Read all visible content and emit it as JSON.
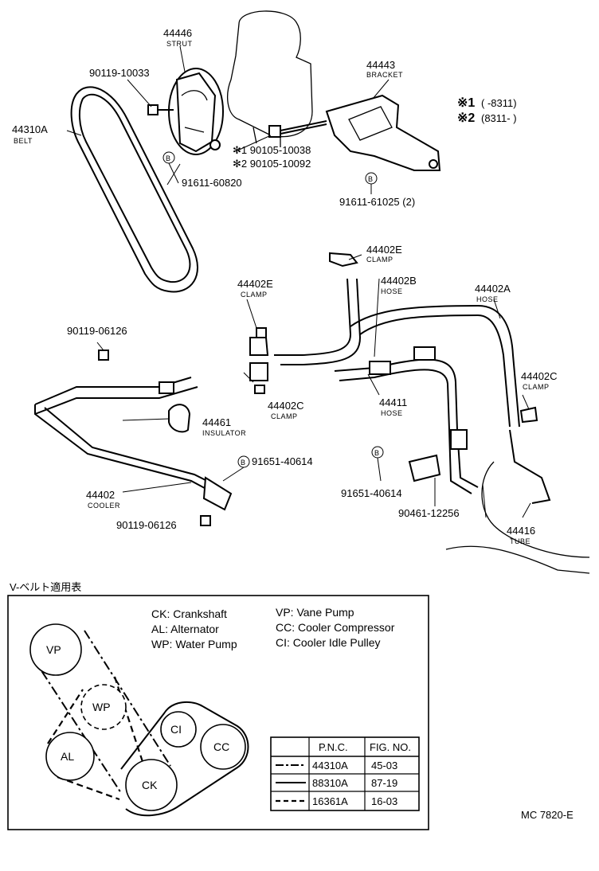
{
  "diagram": {
    "parts": [
      {
        "pn": "44446",
        "name": "STRUT"
      },
      {
        "pn": "90119-10033"
      },
      {
        "pn": "44310A",
        "name": "BELT"
      },
      {
        "pn": "91611-60820"
      },
      {
        "pn": "44443",
        "name": "BRACKET"
      },
      {
        "pn": "91611-61025 (2)"
      },
      {
        "pn": "44402E",
        "name": "CLAMP"
      },
      {
        "pn": "44402B",
        "name": "HOSE"
      },
      {
        "pn": "44402A",
        "name": "HOSE"
      },
      {
        "pn": "44402E",
        "name": "CLAMP"
      },
      {
        "pn": "90119-06126"
      },
      {
        "pn": "44402C",
        "name": "CLAMP"
      },
      {
        "pn": "44411",
        "name": "HOSE"
      },
      {
        "pn": "44402C",
        "name": "CLAMP"
      },
      {
        "pn": "44461",
        "name": "INSULATOR"
      },
      {
        "pn": "91651-40614"
      },
      {
        "pn": "44402",
        "name": "COOLER"
      },
      {
        "pn": "90119-06126"
      },
      {
        "pn": "91651-40614"
      },
      {
        "pn": "90461-12256"
      },
      {
        "pn": "44416",
        "name": "TUBE"
      }
    ],
    "bolt_variants": [
      "✻1 90105-10038",
      "✻2 90105-10092"
    ],
    "b_marker": "B",
    "serial_notes": [
      {
        "mark": "※1",
        "range": "(        -8311)"
      },
      {
        "mark": "※2",
        "range": "(8311-        )"
      }
    ],
    "figure_code": "MC 7820-E"
  },
  "belt_chart": {
    "title": "V-ベルト適用表",
    "legend": [
      "CK: Crankshaft",
      "AL: Alternator",
      "WP: Water Pump",
      "VP: Vane Pump",
      "CC: Cooler Compressor",
      "CI: Cooler Idle Pulley"
    ],
    "pulleys": [
      "VP",
      "WP",
      "AL",
      "CI",
      "CC",
      "CK"
    ],
    "table": {
      "headers": [
        "P.N.C.",
        "FIG. NO."
      ],
      "rows": [
        {
          "pnc": "44310A",
          "fig": "45-03",
          "line": "dash-dot"
        },
        {
          "pnc": "88310A",
          "fig": "87-19",
          "line": "solid"
        },
        {
          "pnc": "16361A",
          "fig": "16-03",
          "line": "dashed"
        }
      ]
    }
  }
}
